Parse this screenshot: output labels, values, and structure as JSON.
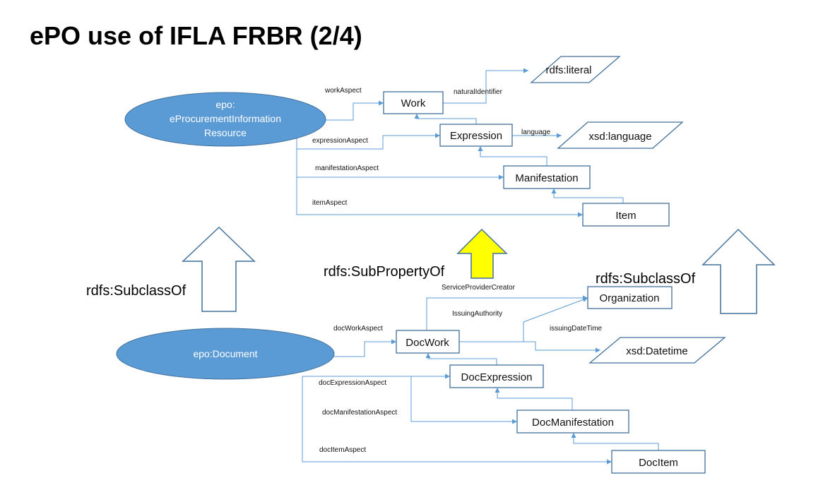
{
  "title": "ePO use of IFLA FRBR (2/4)",
  "colors": {
    "ellipse_fill": "#5b9bd5",
    "connector": "#5b9bd5",
    "box_border": "#41719c",
    "subproperty_arrow": "#ffff00"
  },
  "top": {
    "ellipse_lines": [
      "epo:",
      "eProcurementInformation",
      "Resource"
    ],
    "work": "Work",
    "expression": "Expression",
    "manifestation": "Manifestation",
    "item": "Item",
    "rdfs_literal": "rdfs:literal",
    "xsd_language": "xsd:language",
    "work_aspect": "workAspect",
    "natural_identifier": "naturalIdentifier",
    "language": "language",
    "expression_aspect": "expressionAspect",
    "manifestation_aspect": "manifestationAspect",
    "item_aspect": "itemAspect"
  },
  "middle": {
    "subclass_left": "rdfs:SubclassOf",
    "subproperty": "rdfs:SubPropertyOf",
    "subclass_right": "rdfs:SubclassOf"
  },
  "bottom": {
    "ellipse": "epo:Document",
    "doc_work": "DocWork",
    "doc_expression": "DocExpression",
    "doc_manifestation": "DocManifestation",
    "doc_item": "DocItem",
    "organization": "Organization",
    "xsd_datetime": "xsd:Datetime",
    "service_provider_creator": "ServiceProviderCreator",
    "issuing_authority": "IssuingAuthority",
    "issuing_date_time": "issuingDateTime",
    "doc_work_aspect": "docWorkAspect",
    "doc_expression_aspect": "docExpressionAspect",
    "doc_manifestation_aspect": "docManifestationAspect",
    "doc_item_aspect": "docItemAspect"
  }
}
